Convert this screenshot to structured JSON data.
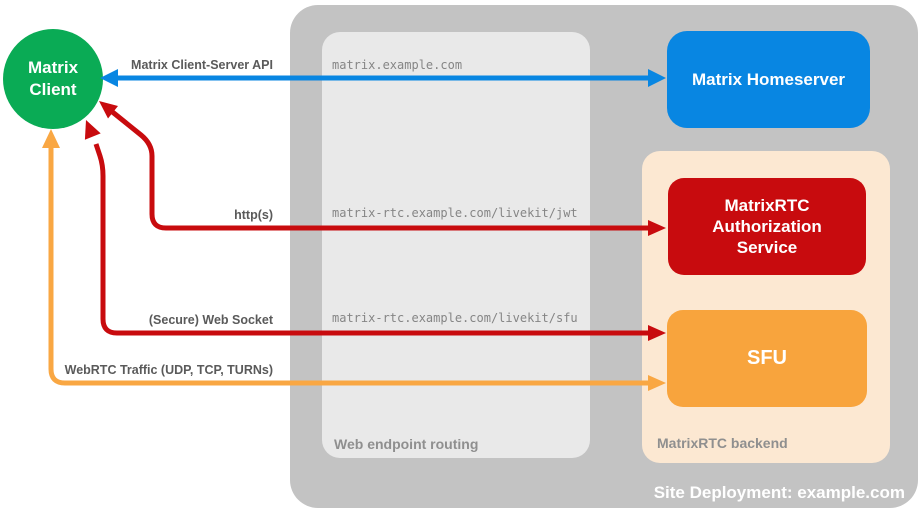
{
  "nodes": {
    "client": {
      "lines": [
        "Matrix",
        "Client"
      ]
    },
    "homeserver": {
      "label": "Matrix Homeserver"
    },
    "auth_service": {
      "lines": [
        "MatrixRTC",
        "Authorization",
        "Service"
      ]
    },
    "sfu": {
      "label": "SFU"
    }
  },
  "containers": {
    "site_deployment": {
      "label": "Site Deployment: example.com"
    },
    "web_endpoint_routing": {
      "label": "Web endpoint routing"
    },
    "matrixrtc_backend": {
      "label": "MatrixRTC backend"
    }
  },
  "edges": {
    "client_server_api": {
      "label": "Matrix Client-Server API",
      "route": "matrix.example.com"
    },
    "http_jwt": {
      "label": "http(s)",
      "route": "matrix-rtc.example.com/livekit/jwt"
    },
    "websocket_sfu": {
      "label": "(Secure) Web Socket",
      "route": "matrix-rtc.example.com/livekit/sfu"
    },
    "webrtc_traffic": {
      "label": "WebRTC Traffic (UDP, TCP, TURNs)"
    }
  },
  "colors": {
    "client_green": "#0aab55",
    "homeserver_blue": "#0886e2",
    "auth_red": "#c80b0e",
    "sfu_orange": "#f8a43d",
    "arrow_orange": "#f9a743",
    "outer_gray": "#c3c3c3",
    "inner_gray": "#e9e9e9",
    "backend_peach": "#fce8d2",
    "edge_label_gray": "#5a5a5a",
    "url_gray": "#858585",
    "container_label_gray": "#8f8f8f"
  }
}
